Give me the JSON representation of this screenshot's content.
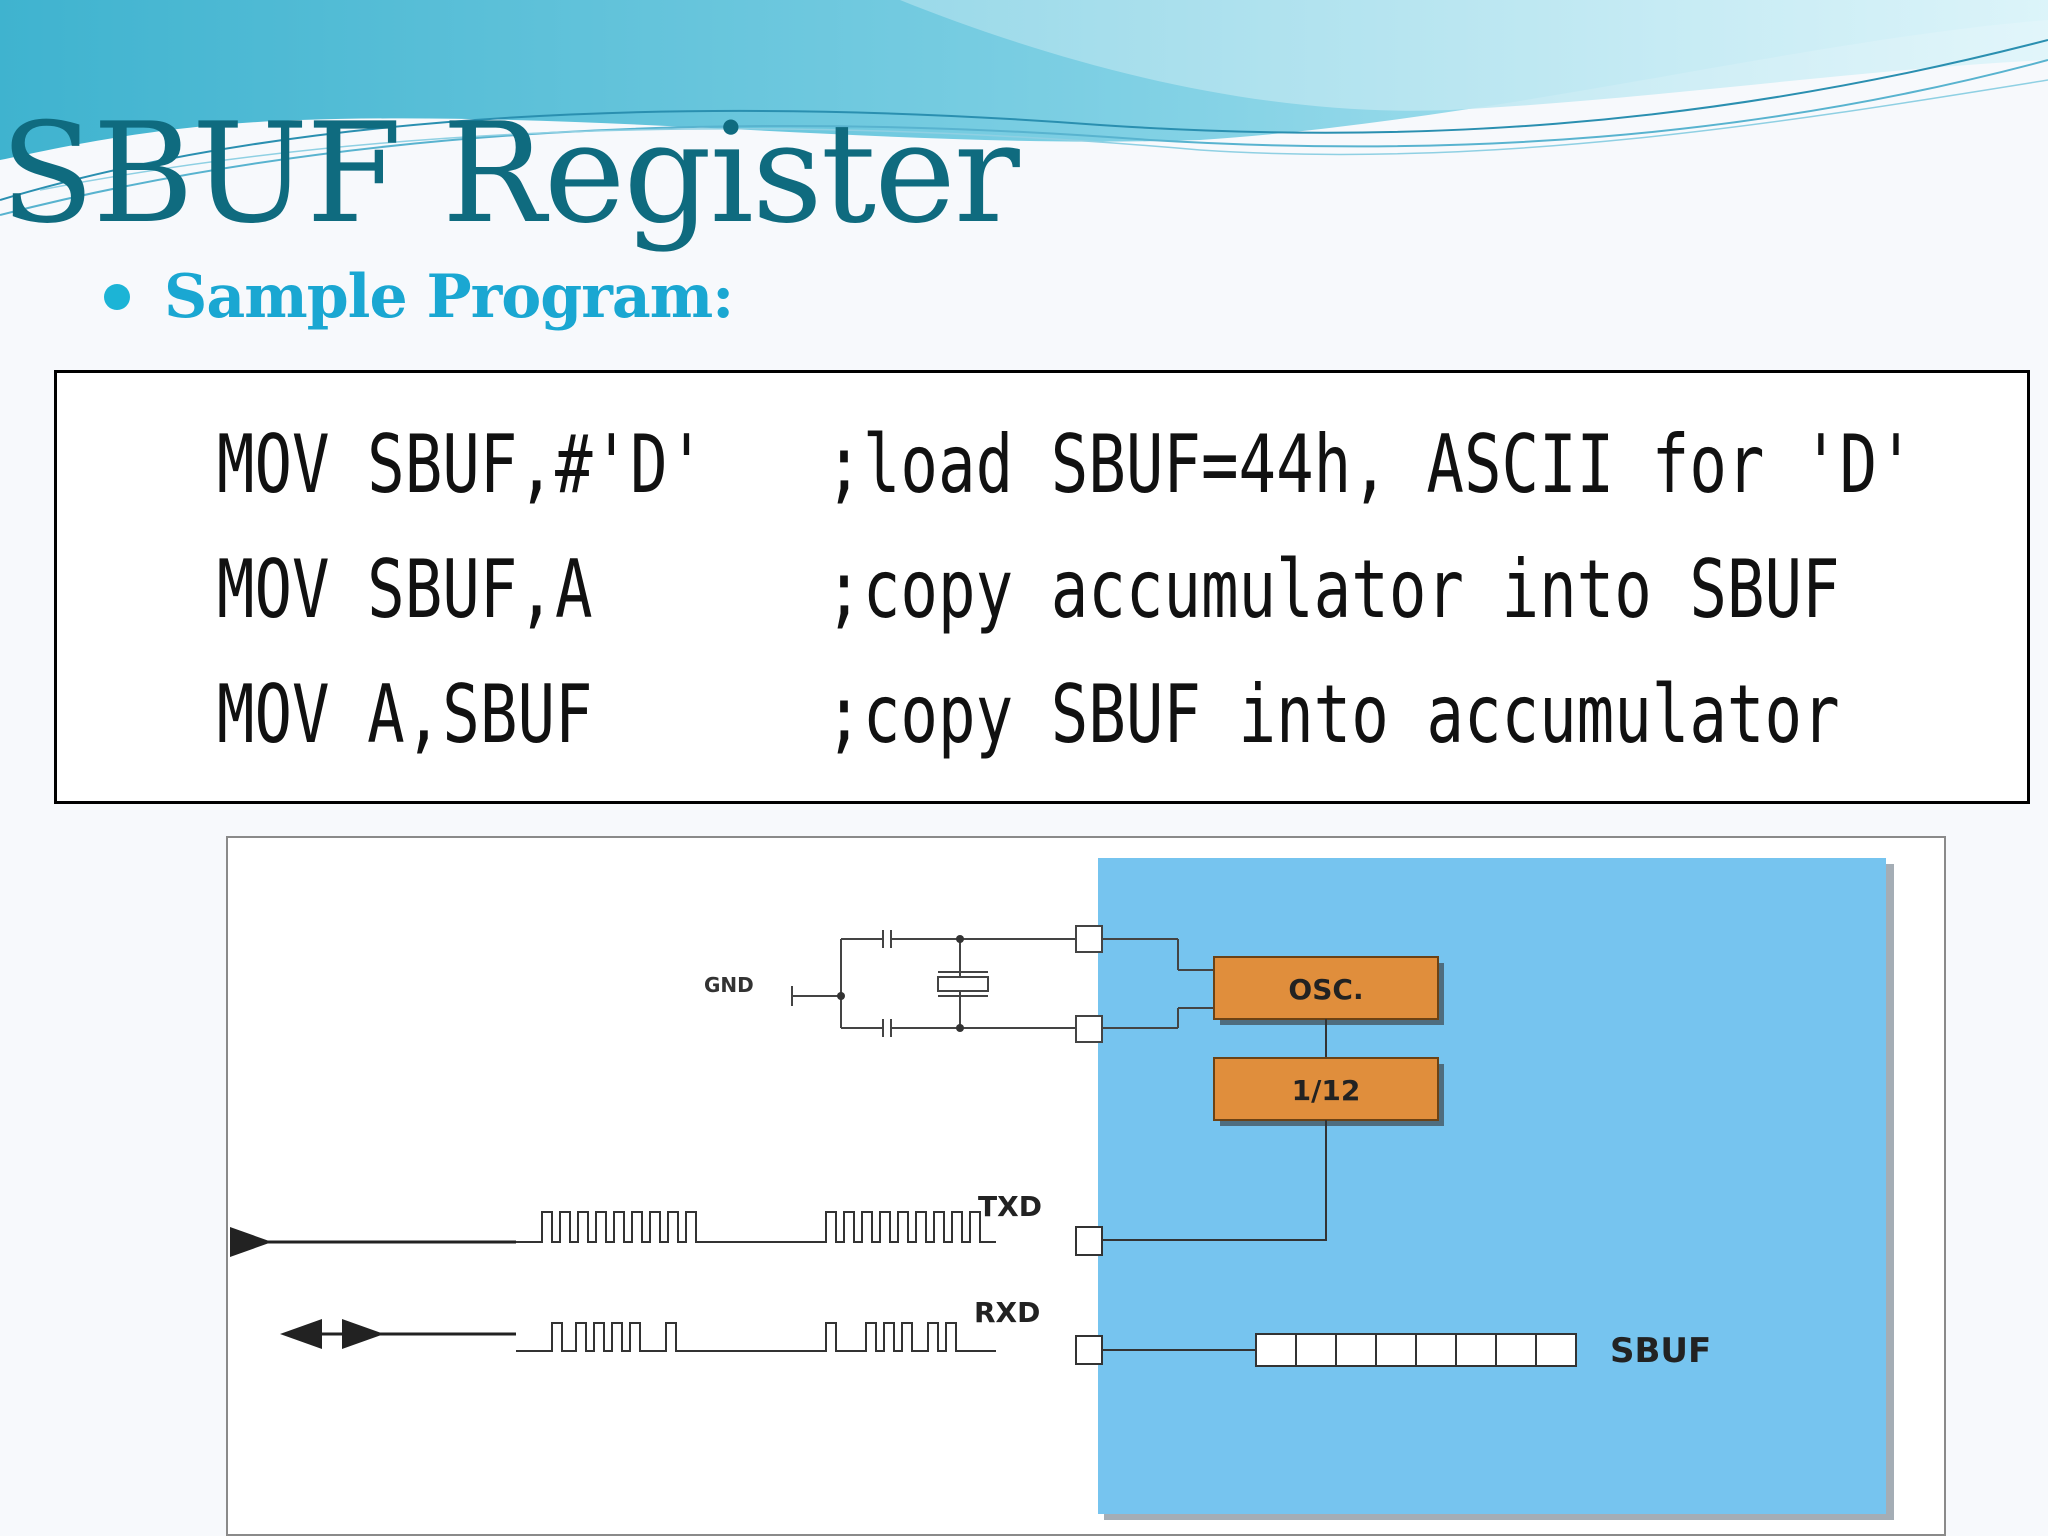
{
  "slide": {
    "title": "SBUF Register",
    "bullet": "Sample Program:"
  },
  "code": {
    "lines": [
      {
        "instruction": "MOV SBUF,#'D'",
        "comment": ";load SBUF=44h, ASCII for 'D'"
      },
      {
        "instruction": "MOV SBUF,A",
        "comment": ";copy accumulator into SBUF"
      },
      {
        "instruction": "MOV A,SBUF",
        "comment": ";copy SBUF into accumulator"
      }
    ]
  },
  "diagram": {
    "gnd_label": "GND",
    "osc_label": "OSC.",
    "divider_label": "1/12",
    "txd_label": "TXD",
    "rxd_label": "RXD",
    "sbuf_label": "SBUF",
    "colors": {
      "chip_fill": "#76c4ef",
      "block_fill": "#e08e3c",
      "line": "#333333",
      "accent_title": "#0f6b7f",
      "accent_bullet": "#1aa7d2"
    }
  }
}
